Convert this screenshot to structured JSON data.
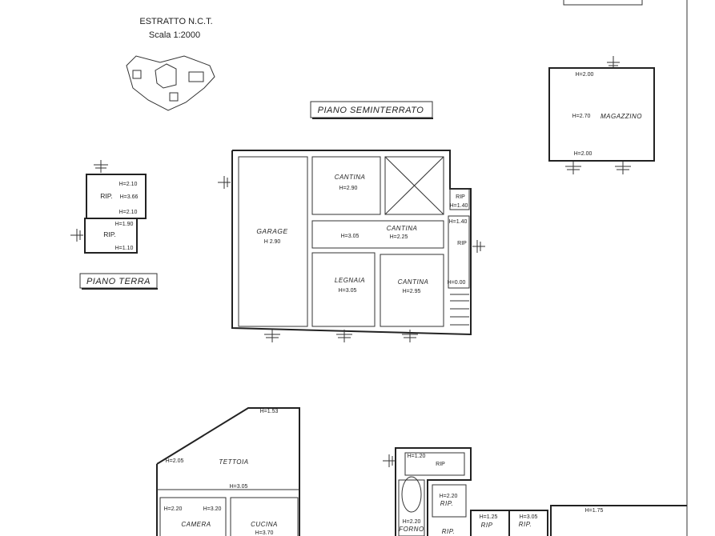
{
  "header": {
    "line1": "ESTRATTO N.C.T.",
    "line2": "Scala 1:2000"
  },
  "sections": {
    "seminterrato": "PIANO SEMINTERRATO",
    "terra": "PIANO TERRA"
  },
  "magazzino": {
    "name": "MAGAZZINO",
    "h_top": "H=2.00",
    "h_mid": "H=2.70",
    "h_bottom": "H=2.00"
  },
  "rip_small": {
    "name1": "RIP.",
    "h1": "H=2.10",
    "h2": "H=3.66",
    "h3": "H=2.10",
    "h4": "H=1.90",
    "name2": "RIP.",
    "h5": "H=1.10"
  },
  "basement": {
    "garage": "GARAGE",
    "garage_h": "H 2.90",
    "cantina1": "CANTINA",
    "cantina1_h": "H=2.90",
    "cantina2": "CANTINA",
    "cantina2_h": "H=2.25",
    "corr_h": "H=3.05",
    "legnaia": "LEGNAIA",
    "legnaia_h": "H=3.05",
    "cantina3": "CANTINA",
    "cantina3_h": "H=2.95",
    "rip1": "RIP",
    "rip1_h": "H=1.40",
    "rip2_h": "H=1.40",
    "rip2": "RIP",
    "rip3_h": "H=0.00"
  },
  "ground_left": {
    "h_top": "H=1.53",
    "h_left": "H=2.05",
    "tettoia": "TETTOIA",
    "h_mid": "H=3.05",
    "h_cam1": "H=2.20",
    "h_cam2": "H=3.20",
    "camera": "CAMERA",
    "cucina": "CUCINA",
    "cucina_h": "H=3.70"
  },
  "ground_right": {
    "h1": "H=1.20",
    "rip1": "RIP",
    "h2": "H=2.20",
    "rip2": "RIP.",
    "forno": "FORNO",
    "rip3": "RIP.",
    "h3": "H=1.25",
    "rip4": "RIP",
    "h4": "H=3.05",
    "rip5": "RIP.",
    "h5": "H=1.75"
  }
}
